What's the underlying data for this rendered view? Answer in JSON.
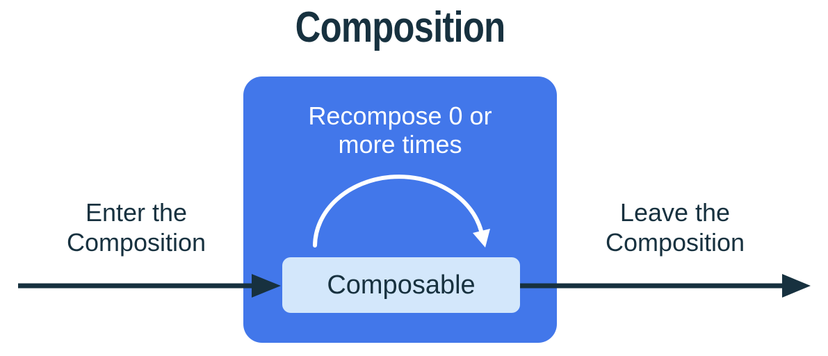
{
  "diagram": {
    "title": "Composition",
    "composition_box": {
      "recompose_lines": [
        "Recompose 0 or",
        "more times"
      ],
      "composable_label": "Composable"
    },
    "enter_label_lines": [
      "Enter the",
      "Composition"
    ],
    "leave_label_lines": [
      "Leave the",
      "Composition"
    ],
    "icons": {
      "enter_arrow": "right-arrow",
      "leave_arrow": "right-arrow",
      "recompose_arrow": "clockwise-arc-arrow"
    },
    "colors": {
      "background": "#ffffff",
      "composition_box_fill": "#4277ea",
      "composable_box_fill": "#d3e7fb",
      "dark_text_and_arrows": "#17313f",
      "arc_and_inner_text": "#ffffff"
    }
  }
}
